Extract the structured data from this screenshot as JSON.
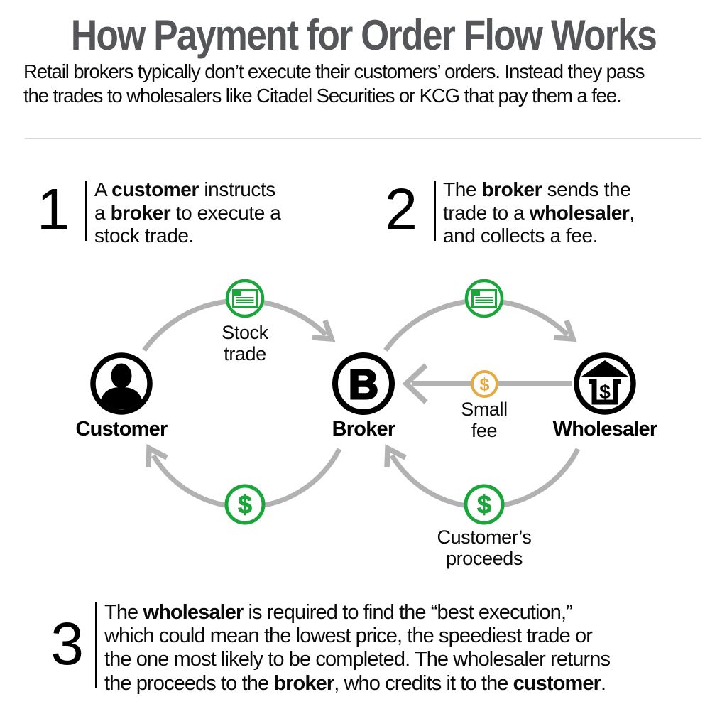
{
  "header": {
    "title": "How Payment for Order Flow Works",
    "subtitle_lines": [
      "Retail brokers typically don’t execute their customers’ orders. Instead they pass",
      "the trades to wholesalers like Citadel Securities or KCG that pay them a fee."
    ]
  },
  "steps": [
    {
      "number": "1",
      "lines": [
        [
          [
            "A ",
            false
          ],
          [
            "customer",
            true
          ],
          [
            " instructs",
            false
          ]
        ],
        [
          [
            "a ",
            false
          ],
          [
            "broker",
            true
          ],
          [
            " to execute a",
            false
          ]
        ],
        [
          [
            "stock trade.",
            false
          ]
        ]
      ]
    },
    {
      "number": "2",
      "lines": [
        [
          [
            "The ",
            false
          ],
          [
            "broker",
            true
          ],
          [
            " sends the",
            false
          ]
        ],
        [
          [
            "trade to a ",
            false
          ],
          [
            "wholesaler",
            true
          ],
          [
            ",",
            false
          ]
        ],
        [
          [
            "and collects a fee.",
            false
          ]
        ]
      ]
    },
    {
      "number": "3",
      "lines": [
        [
          [
            "The ",
            false
          ],
          [
            "wholesaler",
            true
          ],
          [
            " is required to find the “best execution,”",
            false
          ]
        ],
        [
          [
            "which could mean the lowest price, the speediest trade or",
            false
          ]
        ],
        [
          [
            "the one most likely to be completed. The wholesaler returns",
            false
          ]
        ],
        [
          [
            "the proceeds to the ",
            false
          ],
          [
            "broker",
            true
          ],
          [
            ", who credits it to the ",
            false
          ],
          [
            "customer",
            true
          ],
          [
            ".",
            false
          ]
        ]
      ]
    }
  ],
  "diagram": {
    "nodes": [
      {
        "id": "customer",
        "label": "Customer"
      },
      {
        "id": "broker",
        "label": "Broker",
        "letter": "B"
      },
      {
        "id": "wholesaler",
        "label": "Wholesaler"
      }
    ],
    "flow_labels": {
      "stock_trade_lines": [
        "Stock",
        "trade"
      ],
      "small_fee_lines": [
        "Small",
        "fee"
      ],
      "proceeds_lines": [
        "Customer’s",
        "proceeds"
      ]
    },
    "currency_symbol": "$",
    "icon_names": [
      "person-icon",
      "letter-b-icon",
      "bank-icon",
      "stock-certificate-icon",
      "dollar-coin-icon"
    ],
    "colors": {
      "green": "#1aa63b",
      "gold": "#e8aa3e",
      "arrow_gray": "#b2b2b2",
      "node_black": "#000000"
    }
  },
  "colors": {
    "title_gray": "#55565a",
    "divider_gray": "#d9d9d9",
    "text_black": "#0a0a0a",
    "background": "#ffffff"
  }
}
